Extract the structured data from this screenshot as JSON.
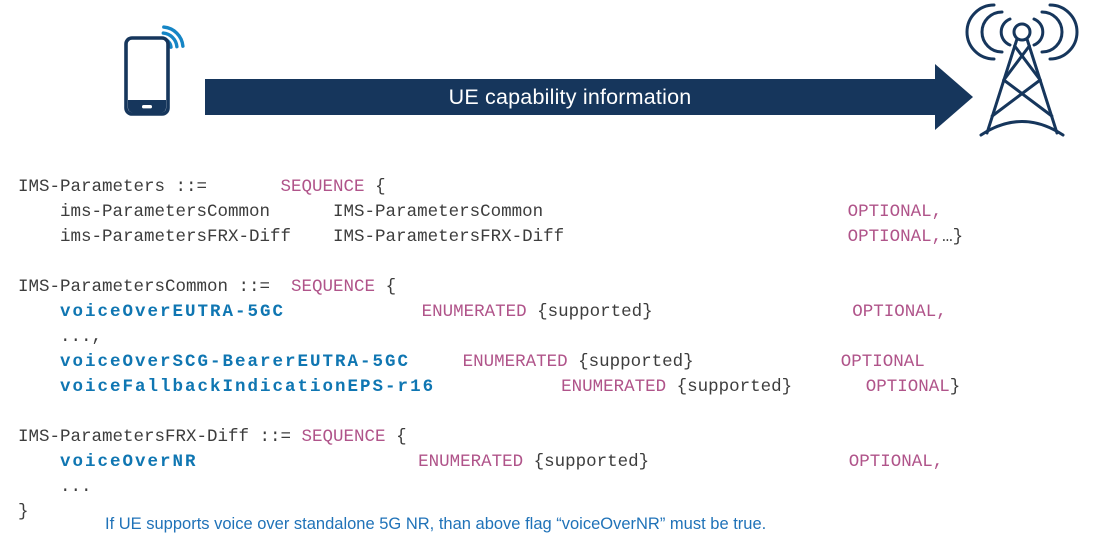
{
  "colors": {
    "navy": "#16365c",
    "wave_blue": "#1585c5",
    "code_plain": "#3d3d3d",
    "code_keyword": "#b0548a",
    "code_identifier": "#0f76b2",
    "caption_blue": "#1f72b8",
    "background": "#ffffff",
    "arrow_text": "#ffffff"
  },
  "icons": [
    {
      "name": "phone-icon",
      "meaning": "UE / smartphone"
    },
    {
      "name": "signal-waves-icon",
      "meaning": "radio transmission waves"
    },
    {
      "name": "right-arrow",
      "meaning": "message direction UE to network"
    },
    {
      "name": "radio-tower-icon",
      "meaning": "gNB / base station antenna"
    }
  ],
  "arrow": {
    "label": "UE capability information"
  },
  "code": {
    "lines": [
      [
        [
          "p",
          "IMS-Parameters ::="
        ],
        [
          "p",
          "       "
        ],
        [
          "k",
          "SEQUENCE"
        ],
        [
          "p",
          " {"
        ]
      ],
      [
        [
          "p",
          "    ims-ParametersCommon      IMS-ParametersCommon"
        ],
        [
          "p",
          "                             "
        ],
        [
          "k",
          "OPTIONAL,"
        ]
      ],
      [
        [
          "p",
          "    ims-ParametersFRX-Diff    IMS-ParametersFRX-Diff"
        ],
        [
          "p",
          "                           "
        ],
        [
          "k",
          "OPTIONAL,"
        ],
        [
          "p",
          "…}"
        ]
      ],
      [],
      [
        [
          "p",
          "IMS-ParametersCommon ::=  "
        ],
        [
          "k",
          "SEQUENCE"
        ],
        [
          "p",
          " {"
        ]
      ],
      [
        [
          "p",
          "    "
        ],
        [
          "b",
          "voiceOverEUTRA-5GC"
        ],
        [
          "p",
          "             "
        ],
        [
          "k",
          "ENUMERATED"
        ],
        [
          "p",
          " {supported}"
        ],
        [
          "p",
          "                   "
        ],
        [
          "k",
          "OPTIONAL,"
        ]
      ],
      [
        [
          "p",
          "    ...,"
        ]
      ],
      [
        [
          "p",
          "    "
        ],
        [
          "b",
          "voiceOverSCG-BearerEUTRA-5GC"
        ],
        [
          "p",
          "     "
        ],
        [
          "k",
          "ENUMERATED"
        ],
        [
          "p",
          " {supported}"
        ],
        [
          "p",
          "              "
        ],
        [
          "k",
          "OPTIONAL"
        ]
      ],
      [
        [
          "p",
          "    "
        ],
        [
          "b",
          "voiceFallbackIndicationEPS-r16"
        ],
        [
          "p",
          "            "
        ],
        [
          "k",
          "ENUMERATED"
        ],
        [
          "p",
          " {supported}"
        ],
        [
          "p",
          "       "
        ],
        [
          "k",
          "OPTIONAL"
        ],
        [
          "p",
          "}"
        ]
      ],
      [],
      [
        [
          "p",
          "IMS-ParametersFRX-Diff ::= "
        ],
        [
          "k",
          "SEQUENCE"
        ],
        [
          "p",
          " {"
        ]
      ],
      [
        [
          "p",
          "    "
        ],
        [
          "b",
          "voiceOverNR"
        ],
        [
          "p",
          "                     "
        ],
        [
          "k",
          "ENUMERATED"
        ],
        [
          "p",
          " {supported}"
        ],
        [
          "p",
          "                   "
        ],
        [
          "k",
          "OPTIONAL,"
        ]
      ],
      [
        [
          "p",
          "    ..."
        ]
      ],
      [
        [
          "p",
          "}"
        ]
      ]
    ]
  },
  "caption": {
    "text": "If UE supports voice over standalone 5G NR, than above flag “voiceOverNR” must be true."
  }
}
